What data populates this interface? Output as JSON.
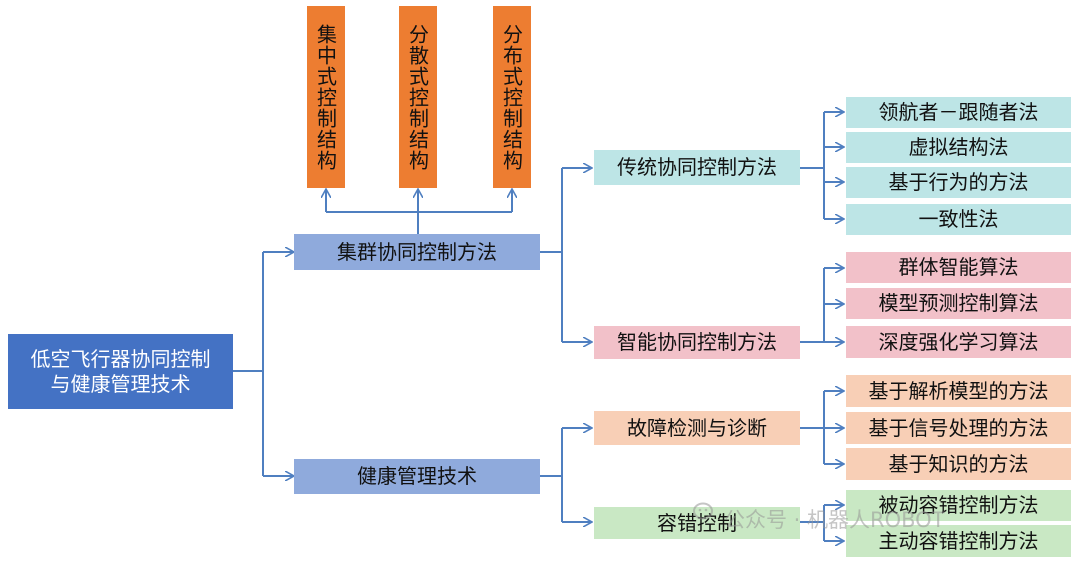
{
  "colors": {
    "root_bg": "#4472c4",
    "l1_bg": "#8faadc",
    "arch_bg": "#ed7d31",
    "traditional_bg": "#bde5e6",
    "intelligent_bg": "#f2c1c9",
    "fault_bg": "#f8cfb6",
    "tolerant_bg": "#c9e8c4",
    "line": "#4f7fc0"
  },
  "root": {
    "line1": "低空飞行器协同控制",
    "line2": "与健康管理技术"
  },
  "swarm": {
    "label": "集群协同控制方法",
    "architectures": [
      "集中式控制结构",
      "分散式控制结构",
      "分布式控制结构"
    ],
    "traditional": {
      "label": "传统协同控制方法",
      "items": [
        "领航者－跟随者法",
        "虚拟结构法",
        "基于行为的方法",
        "一致性法"
      ]
    },
    "intelligent": {
      "label": "智能协同控制方法",
      "items": [
        "群体智能算法",
        "模型预测控制算法",
        "深度强化学习算法"
      ]
    }
  },
  "health": {
    "label": "健康管理技术",
    "fault": {
      "label": "故障检测与诊断",
      "items": [
        "基于解析模型的方法",
        "基于信号处理的方法",
        "基于知识的方法"
      ]
    },
    "tolerant": {
      "label": "容错控制",
      "items": [
        "被动容错控制方法",
        "主动容错控制方法"
      ]
    }
  },
  "watermark": "公众号 · 机器人ROBOT",
  "icons": {
    "watermark": "wechat-icon"
  }
}
